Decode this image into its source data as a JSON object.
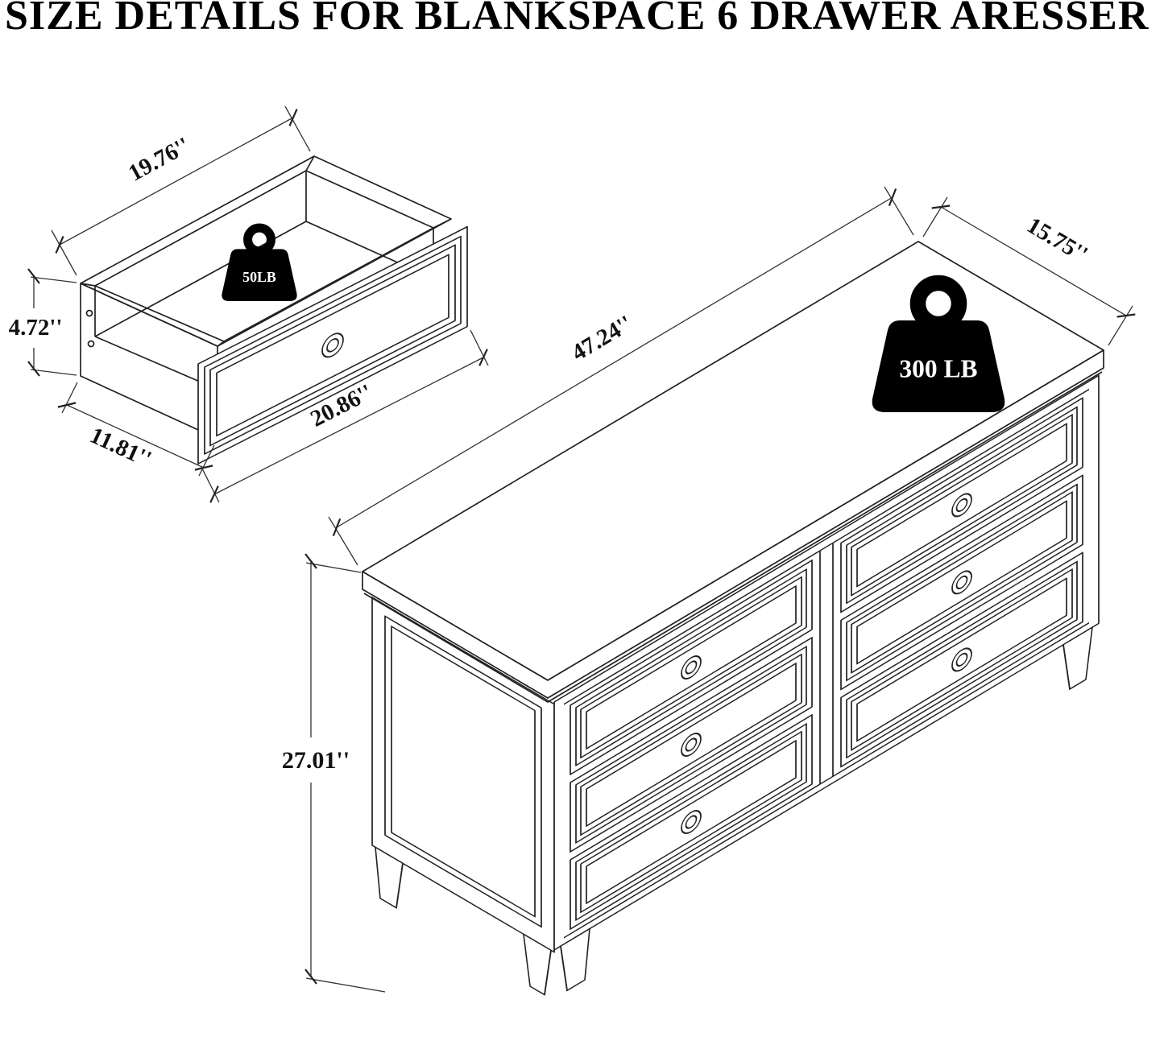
{
  "title": "SIZE DETAILS FOR BLANKSPACE 6 DRAWER ARESSER",
  "drawer": {
    "dims": {
      "top_width": "19.76''",
      "height": "4.72''",
      "depth": "11.81''",
      "front_width": "20.86''"
    },
    "weight": "50LB"
  },
  "dresser": {
    "dims": {
      "length": "47.24''",
      "depth": "15.75''",
      "height": "27.01''"
    },
    "weight": "300 LB"
  },
  "colors": {
    "line": "#222222",
    "background": "#ffffff",
    "weight_fill": "#000000",
    "weight_text": "#ffffff"
  }
}
